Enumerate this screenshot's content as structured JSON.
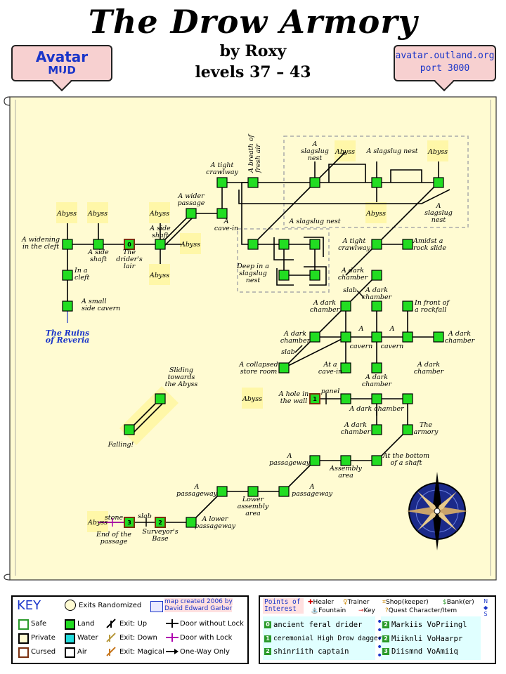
{
  "title": "The Drow Armory",
  "byline": "by Roxy",
  "levels": "levels 37 – 43",
  "banner_left": {
    "line1": "Avatar",
    "line2": "MUD"
  },
  "banner_right": {
    "line1": "avatar.outland.org",
    "line2": "port 3000"
  },
  "colors": {
    "land": "#22dd22",
    "parchment": "#fffbd2",
    "abyss": "#fff7a8",
    "banner": "#f7d0d0",
    "link": "#1a35c9"
  },
  "labels": {
    "widening": [
      "A widening",
      "in the cleft"
    ],
    "side_shaft": [
      "A side",
      "shaft"
    ],
    "driders_lair": [
      "The",
      "drider's",
      "lair"
    ],
    "side_shaft2": [
      "A side",
      "shaft"
    ],
    "in_cleft": [
      "In a",
      "cleft"
    ],
    "small_cavern": [
      "A small",
      "side cavern"
    ],
    "ruins": [
      "The Ruins",
      "of Reveria"
    ],
    "wider_passage": [
      "A wider",
      "passage"
    ],
    "cave_in": [
      "A",
      "cave-in"
    ],
    "tight_crawlway": [
      "A tight",
      "crawlway"
    ],
    "breath_fresh_air": [
      "A breath of",
      "fresh air"
    ],
    "slagslug_nest_1": [
      "A",
      "slagslug",
      "nest"
    ],
    "slagslug_nest_2": "A slagslug nest",
    "slagslug_nest_3": [
      "A",
      "slagslug",
      "nest"
    ],
    "slagslug_nest_4": "A slagslug nest",
    "deep_slagslug": [
      "Deep in a",
      "slagslug",
      "nest"
    ],
    "tight_crawlway2": [
      "A tight",
      "crawlway"
    ],
    "rock_slide": [
      "Amidst a",
      "rock slide"
    ],
    "dark_chamber": "A dark chamber",
    "dark_chamber_split": [
      "A dark",
      "chamber"
    ],
    "front_rockfall": [
      "In front of",
      "a rockfall"
    ],
    "cavern": "cavern",
    "a": "A",
    "slab": "slab",
    "collapsed_store": [
      "A collapsed",
      "store room"
    ],
    "at_cave_in": [
      "At a",
      "cave-in"
    ],
    "hole_wall": [
      "A hole in",
      "the wall"
    ],
    "panel": "panel",
    "the_armory": [
      "The",
      "armory"
    ],
    "bottom_shaft": [
      "At the bottom",
      "of a shaft"
    ],
    "assembly_area": [
      "Assembly",
      "area"
    ],
    "a_passageway": [
      "A",
      "passageway"
    ],
    "lower_assembly": [
      "Lower",
      "assembly",
      "area"
    ],
    "lower_passageway": [
      "A lower",
      "passageway"
    ],
    "surveyors_base": [
      "Surveyor's",
      "Base"
    ],
    "end_passage": [
      "End of the",
      "passage"
    ],
    "stone": "stone",
    "sliding": [
      "Sliding",
      "towards",
      "the Abyss"
    ],
    "falling": "Falling!",
    "abyss": "Abyss"
  },
  "key": {
    "heading": "KEY",
    "exits_randomized": "Exits Randomized",
    "credit": [
      "map created 2006 by",
      "David Edward Garber"
    ],
    "safe": "Safe",
    "private": "Private",
    "cursed": "Cursed",
    "land": "Land",
    "water": "Water",
    "air": "Air",
    "exit_up": "Exit: Up",
    "exit_down": "Exit: Down",
    "exit_magical": "Exit: Magical",
    "door_no_lock": "Door without Lock",
    "door_lock": "Door with Lock",
    "one_way": "One-Way Only"
  },
  "poi": {
    "heading": [
      "Points of",
      "Interest"
    ],
    "legend": [
      "Healer",
      "Trainer",
      "Shop(keeper)",
      "Bank(er)",
      "Fountain",
      "Key",
      "Quest Character/Item"
    ],
    "entries_left": [
      {
        "num": "0",
        "name": "ancient feral drider"
      },
      {
        "num": "1",
        "name": "ceremonial High Drow dagger"
      },
      {
        "num": "2",
        "name": "shinriith captain"
      }
    ],
    "entries_right": [
      {
        "num": "2",
        "name": "Markiis VoPriingl"
      },
      {
        "num": "2",
        "name": "Miiknli VoHaarpr"
      },
      {
        "num": "3",
        "name": "Diismnd VoAmiiq"
      }
    ]
  },
  "compass_letters": {
    "n": "N",
    "s": "S"
  }
}
